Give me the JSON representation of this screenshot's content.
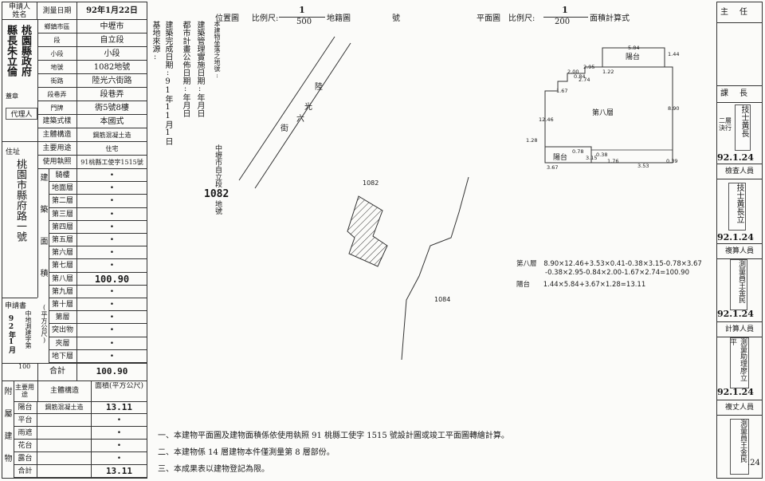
{
  "left": {
    "applicant_label": "申請人",
    "applicant_sub": "姓名",
    "survey_date_label": "測量日期",
    "survey_date": "92年1月22日",
    "name_vertical": "縣長朱立倫",
    "gov_vertical": "桃園縣政府",
    "seal_label": "蓋章",
    "agent_label": "代理人",
    "address_label": "住址",
    "address_vertical": "桃園市縣府路一號",
    "loc_rows": [
      {
        "label": "鄉鎮市區",
        "value": "中壢市"
      },
      {
        "label": "段",
        "value": "自立段"
      },
      {
        "label": "小段",
        "value": "小段"
      },
      {
        "label": "地號",
        "value": "1082地號"
      },
      {
        "label": "街路",
        "value": "陸光六街路"
      },
      {
        "label": "段巷弄",
        "value": "段巷弄"
      },
      {
        "label": "門牌",
        "value": "衖5號8樓"
      }
    ],
    "structure_label": "建築式樣",
    "structure_value": "本國式",
    "main_struct_label": "主體構造",
    "main_struct_value": "鋼筋混凝土造",
    "use_label": "主要用途",
    "use_value": "住宅",
    "permit_label": "使用執照",
    "permit_value": "91桃縣工使字1515號",
    "floors_group": "建築面積",
    "floors_unit": "(平方公尺)",
    "floors": [
      {
        "label": "騎樓",
        "value": "•"
      },
      {
        "label": "地面層",
        "value": "•"
      },
      {
        "label": "第二層",
        "value": "•"
      },
      {
        "label": "第三層",
        "value": "•"
      },
      {
        "label": "第四層",
        "value": "•"
      },
      {
        "label": "第五層",
        "value": "•"
      },
      {
        "label": "第六層",
        "value": "•"
      },
      {
        "label": "第七層",
        "value": "•"
      },
      {
        "label": "第八層",
        "value": "100.90"
      },
      {
        "label": "第九層",
        "value": "•"
      },
      {
        "label": "第十層",
        "value": "•"
      },
      {
        "label": "第層",
        "value": "•"
      },
      {
        "label": "突出物",
        "value": "•"
      },
      {
        "label": "夾層",
        "value": "•"
      },
      {
        "label": "地下層",
        "value": "•"
      }
    ],
    "apply_label": "申請書",
    "apply_side": "中地測建字第",
    "apply_no": "100",
    "apply_date": "92年1月",
    "total_label": "合計",
    "total_value": "100.90",
    "attach_header_use": "主要用途",
    "attach_header_struct": "主體構造",
    "attach_header_area": "面積(平方公尺)",
    "attach_group": "附屬建物",
    "attach_rows": [
      {
        "use": "陽台",
        "struct": "鋼筋混凝土造",
        "value": "13.11"
      },
      {
        "use": "平台",
        "struct": "",
        "value": "•"
      },
      {
        "use": "雨遮",
        "struct": "",
        "value": "•"
      },
      {
        "use": "花台",
        "struct": "",
        "value": "•"
      },
      {
        "use": "露台",
        "struct": "",
        "value": "•"
      },
      {
        "use": "合計",
        "struct": "",
        "value": "13.11"
      }
    ]
  },
  "middle": {
    "base_label": "基地來源:",
    "complete_label": "建築完成日期:91年11月1日",
    "urban_label": "都市計畫公佈日期:年月日",
    "mgmt_label": "建築管理實施日期:年月日",
    "applied_label": "本建物坐落之地號:",
    "plot_vertical": "中壢市自立段",
    "plot_num": "1082",
    "plot_suffix": "地號"
  },
  "header": {
    "loc_map_label": "位置圖",
    "scale_label": "比例尺:",
    "scale_loc_num": "1",
    "scale_loc_den": "500",
    "cadastral_label": "地籍圖",
    "cadastral_no": "號",
    "plan_label": "平面圖",
    "scale_plan_num": "1",
    "scale_plan_den": "200",
    "area_formula_label": "面積計算式"
  },
  "map": {
    "street_1": "陸",
    "street_2": "光",
    "street_3": "六",
    "street_4": "街",
    "lot_a": "1082",
    "lot_b": "1084"
  },
  "plan": {
    "floor_name": "第八層",
    "balcony_top": "陽台",
    "balcony_bottom": "陽台",
    "dims": [
      "5.84",
      "1.44",
      "2.95",
      "2.00",
      "0.84",
      "1.67",
      "2.74",
      "8.90",
      "3.67",
      "3.15",
      "3.53",
      "0.39",
      "1.28",
      "1.76",
      "0.38",
      "0.78",
      "12.46",
      "1.22"
    ]
  },
  "formula": {
    "floor_label": "第八層",
    "floor_line1": "8.90×12.46+3.53×0.41-0.38×3.15-0.78×3.67",
    "floor_line2": "-0.38×2.95-0.84×2.00-1.67×2.74=100.90",
    "balcony_label": "陽台",
    "balcony_line": "1.44×5.84+3.67×1.28=13.11"
  },
  "notes": [
    "一、本建物平面圖及建物面積係依使用執照 91 桃縣工使字 1515 號設計圖或竣工平面圖轉繪計算。",
    "二、本建物係  14  層建物本件僅測量第  8  層部份。",
    "三、本成果表以建物登記為限。"
  ],
  "right": {
    "chief_label": "主任",
    "section_label": "課長",
    "sub_label": "二層決行",
    "stamp1": "技士黃長",
    "date1": "92.1.24",
    "check_label": "檢查人員",
    "stamp2": "技士黃長立",
    "date2": "92.1.24",
    "review_label": "複算人員",
    "stamp3": "測量員王金民",
    "date3": "92.1.24",
    "calc_label": "計算人員",
    "stamp4": "測量助理廖立平",
    "date4": "92.1.24",
    "copy_label": "複丈人員",
    "stamp5": "測量員王金民",
    "date5": ".24"
  }
}
